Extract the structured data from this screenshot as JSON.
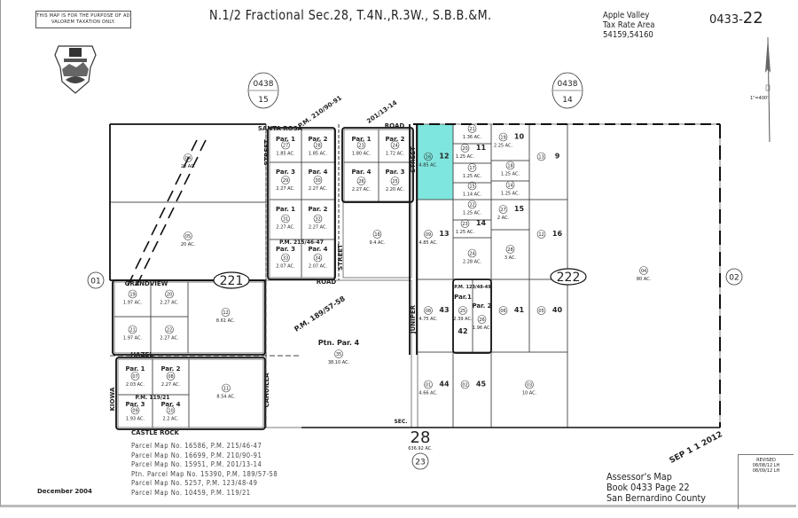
{
  "header": {
    "disclaimer": "THIS MAP IS FOR THE PURPOSE OF AD VALOREM TAXATION ONLY.",
    "title": "N.1/2 Fractional Sec.28, T.4N.,R.3W., S.B.B.&M.",
    "tax_rate_area": [
      "Apple Valley",
      "Tax Rate Area",
      "54159,54160"
    ],
    "map_number_prefix": "0433-",
    "map_number_page": "22",
    "scale": "1\"=400'",
    "seal": "San Bernardino County seal"
  },
  "colors": {
    "highlight": "#7fe6df",
    "line": "#222222"
  },
  "adjacent_books": [
    {
      "book": "0438",
      "page": "15"
    },
    {
      "book": "0438",
      "page": "14"
    },
    {
      "page": "01"
    },
    {
      "page": "02"
    },
    {
      "page": "23"
    }
  ],
  "blocks": [
    "221",
    "222"
  ],
  "streets": {
    "santa_rosa": "SANTA ROSA",
    "road": "ROAD",
    "grandview": "GRANDVIEW",
    "road2": "ROAD",
    "hazel": "HAZEL",
    "kiowa": "KIOWA",
    "castle_rock": "CASTLE ROCK",
    "juniper": "JUNIPER",
    "cahuilla": "CAHUILLA",
    "street": "STREET"
  },
  "plat_refs": {
    "pm_210": "P.M. 210/90-91",
    "pm_201": "201/13-14",
    "pm_215": "P.M. 215/46-47",
    "pm_189": "P.M. 189/57-58",
    "pm_119": "P.M. 119/21",
    "pm_123": "P.M. 123/48-49"
  },
  "section": {
    "label": "SEC.",
    "number": "28",
    "acres": "636.92 AC."
  },
  "parcels": [
    {
      "id": "04w",
      "num": "04",
      "acres": "20 AC."
    },
    {
      "id": "05w",
      "num": "05",
      "acres": "20 AC."
    },
    {
      "id": "27",
      "num": "27",
      "acres": "1.85 AC.",
      "par": "Par. 1"
    },
    {
      "id": "28",
      "num": "28",
      "acres": "1.85 AC.",
      "par": "Par. 2"
    },
    {
      "id": "29",
      "num": "29",
      "acres": "2.27 AC.",
      "par": "Par. 3"
    },
    {
      "id": "30",
      "num": "30",
      "acres": "2.27 AC.",
      "par": "Par. 4"
    },
    {
      "id": "31",
      "num": "31",
      "acres": "2.27 AC.",
      "par": "Par. 1"
    },
    {
      "id": "32",
      "num": "32",
      "acres": "2.27 AC.",
      "par": "Par. 2"
    },
    {
      "id": "33",
      "num": "33",
      "acres": "2.07 AC.",
      "par": "Par. 3"
    },
    {
      "id": "34",
      "num": "34",
      "acres": "2.07 AC.",
      "par": "Par. 4"
    },
    {
      "id": "23n",
      "num": "23",
      "acres": "1.80 AC.",
      "par": "Par. 1"
    },
    {
      "id": "24n",
      "num": "24",
      "acres": "1.72 AC.",
      "par": "Par. 2"
    },
    {
      "id": "26n",
      "num": "26",
      "acres": "2.27 AC.",
      "par": "Par. 4"
    },
    {
      "id": "25n",
      "num": "25",
      "acres": "2.20 AC.",
      "par": "Par. 3"
    },
    {
      "id": "18w",
      "num": "18",
      "acres": "9.4 AC."
    },
    {
      "id": "16",
      "num": "16",
      "acres": "4.85 AC.",
      "lot": "12",
      "highlight": true
    },
    {
      "id": "21e",
      "num": "21",
      "acres": "1.36 AC."
    },
    {
      "id": "20e",
      "num": "20",
      "acres": "1.25 AC.",
      "lot": "11"
    },
    {
      "id": "17e",
      "num": "17",
      "acres": "1.25 AC."
    },
    {
      "id": "15e",
      "num": "15",
      "acres": "1.14 AC."
    },
    {
      "id": "22e",
      "num": "22",
      "acres": "1.25 AC."
    },
    {
      "id": "23e",
      "num": "23",
      "acres": "1.25 AC.",
      "lot": "14"
    },
    {
      "id": "24e",
      "num": "24",
      "acres": "2.28 AC."
    },
    {
      "id": "19e",
      "num": "19",
      "acres": "2.25 AC.",
      "lot": "10"
    },
    {
      "id": "18e",
      "num": "18",
      "acres": "1.25 AC."
    },
    {
      "id": "14e",
      "num": "14",
      "acres": "1.25 AC."
    },
    {
      "id": "27e",
      "num": "27",
      "acres": "2 AC.",
      "lot": "15"
    },
    {
      "id": "28e",
      "num": "28",
      "acres": "3 AC."
    },
    {
      "id": "13e",
      "num": "13",
      "lot": "9"
    },
    {
      "id": "12e",
      "num": "12",
      "lot": "16"
    },
    {
      "id": "09e",
      "num": "09",
      "acres": "4.85 AC.",
      "lot": "13"
    },
    {
      "id": "04e",
      "num": "04",
      "acres": "80 AC."
    },
    {
      "id": "08e",
      "num": "08",
      "acres": "4.75 AC.",
      "lot": "43"
    },
    {
      "id": "25e",
      "num": "25",
      "acres": "2.39 AC.",
      "par": "Par.1",
      "lot": "42"
    },
    {
      "id": "26e",
      "num": "26",
      "acres": "1.96 AC.",
      "par": "Par. 2"
    },
    {
      "id": "06e",
      "num": "06",
      "lot": "41"
    },
    {
      "id": "05e",
      "num": "05",
      "lot": "40"
    },
    {
      "id": "01e",
      "num": "01",
      "acres": "4.66 AC.",
      "lot": "44"
    },
    {
      "id": "02e",
      "num": "02",
      "lot": "45"
    },
    {
      "id": "03e",
      "num": "03",
      "acres": "10 AC."
    },
    {
      "id": "19s",
      "num": "19",
      "acres": "1.97 AC."
    },
    {
      "id": "20s",
      "num": "20",
      "acres": "2.27 AC."
    },
    {
      "id": "21s",
      "num": "21",
      "acres": "1.97 AC."
    },
    {
      "id": "22s",
      "num": "22",
      "acres": "2.27 AC."
    },
    {
      "id": "12s",
      "num": "12",
      "acres": "8.61 AC."
    },
    {
      "id": "07s",
      "num": "07",
      "acres": "2.03 AC.",
      "par": "Par. 1"
    },
    {
      "id": "08s",
      "num": "08",
      "acres": "2.27 AC.",
      "par": "Par. 2"
    },
    {
      "id": "09s",
      "num": "09",
      "acres": "1.93 AC.",
      "par": "Par. 3"
    },
    {
      "id": "10s",
      "num": "10",
      "acres": "2.2 AC.",
      "par": "Par. 4"
    },
    {
      "id": "11s",
      "num": "11",
      "acres": "8.54 AC."
    },
    {
      "id": "35",
      "num": "35",
      "acres": "38.10 AC.",
      "par": "Ptn. Par. 4"
    }
  ],
  "footer": {
    "parcel_maps": [
      "Parcel Map No. 16586, P.M. 215/46-47",
      "Parcel Map No. 16699, P.M. 210/90-91",
      "Parcel Map No. 15951, P.M. 201/13-14",
      "Ptn. Parcel Map No. 15390, P.M. 189/57-58",
      "Parcel Map No. 5257, P.M. 123/48-49",
      "Parcel Map No. 10459, P.M. 119/21"
    ],
    "date": "December 2004",
    "stamp": "SEP 1 1 2012",
    "revised_label": "REVISED",
    "revisions": [
      "08/08/12 LH",
      "08/09/12 LH"
    ],
    "assessor": [
      "Assessor's Map",
      "Book 0433 Page 22",
      "San Bernardino County"
    ]
  }
}
